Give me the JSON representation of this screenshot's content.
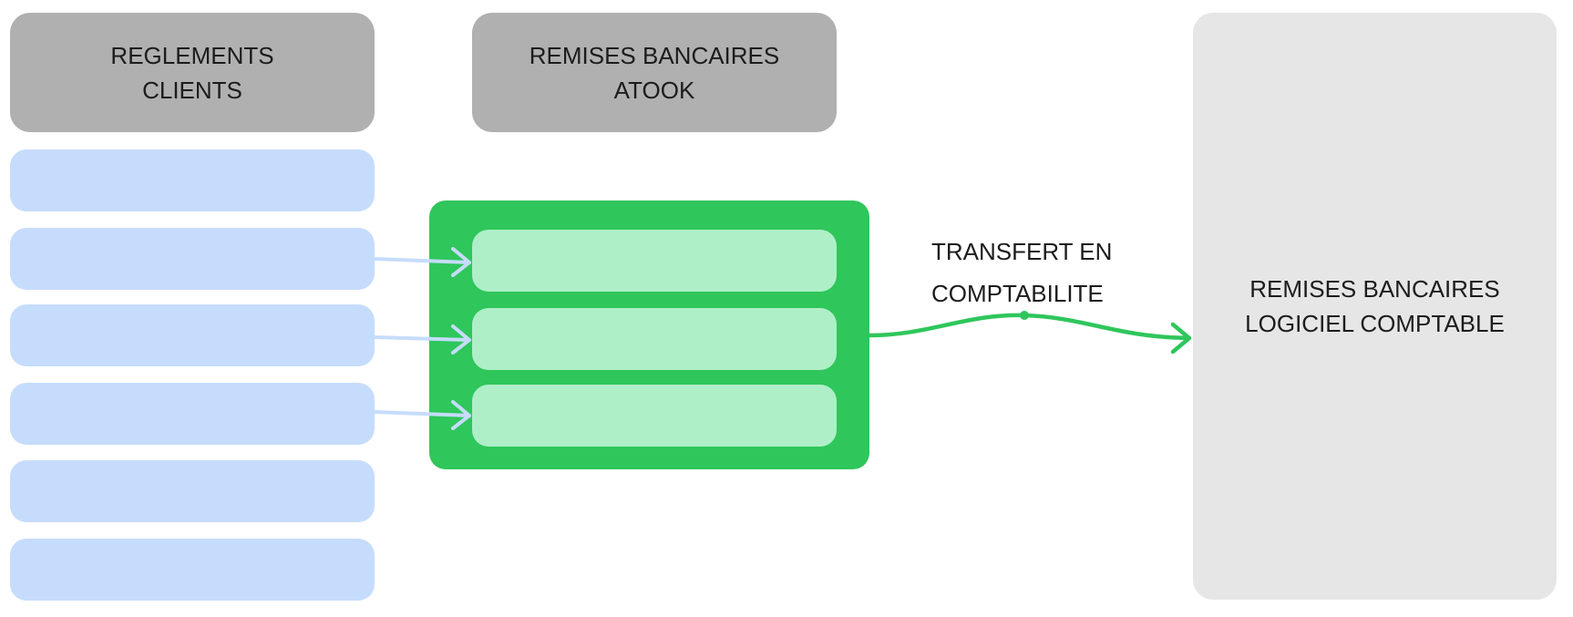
{
  "columns": {
    "clients": {
      "title": "REGLEMENTS\nCLIENTS",
      "row_count": 6
    },
    "atook": {
      "title": "REMISES BANCAIRES\nATOOK",
      "row_count": 3
    },
    "software": {
      "title": "REMISES BANCAIRES\nLOGICIEL COMPTABLE"
    }
  },
  "transfer_label": "TRANSFERT EN\nCOMPTABILITE",
  "colors": {
    "header": "#b0b0b0",
    "client_row": "#c6dcfc",
    "atook_container": "#2fc65b",
    "atook_row": "#aeefc8",
    "software": "#e6e6e6"
  }
}
